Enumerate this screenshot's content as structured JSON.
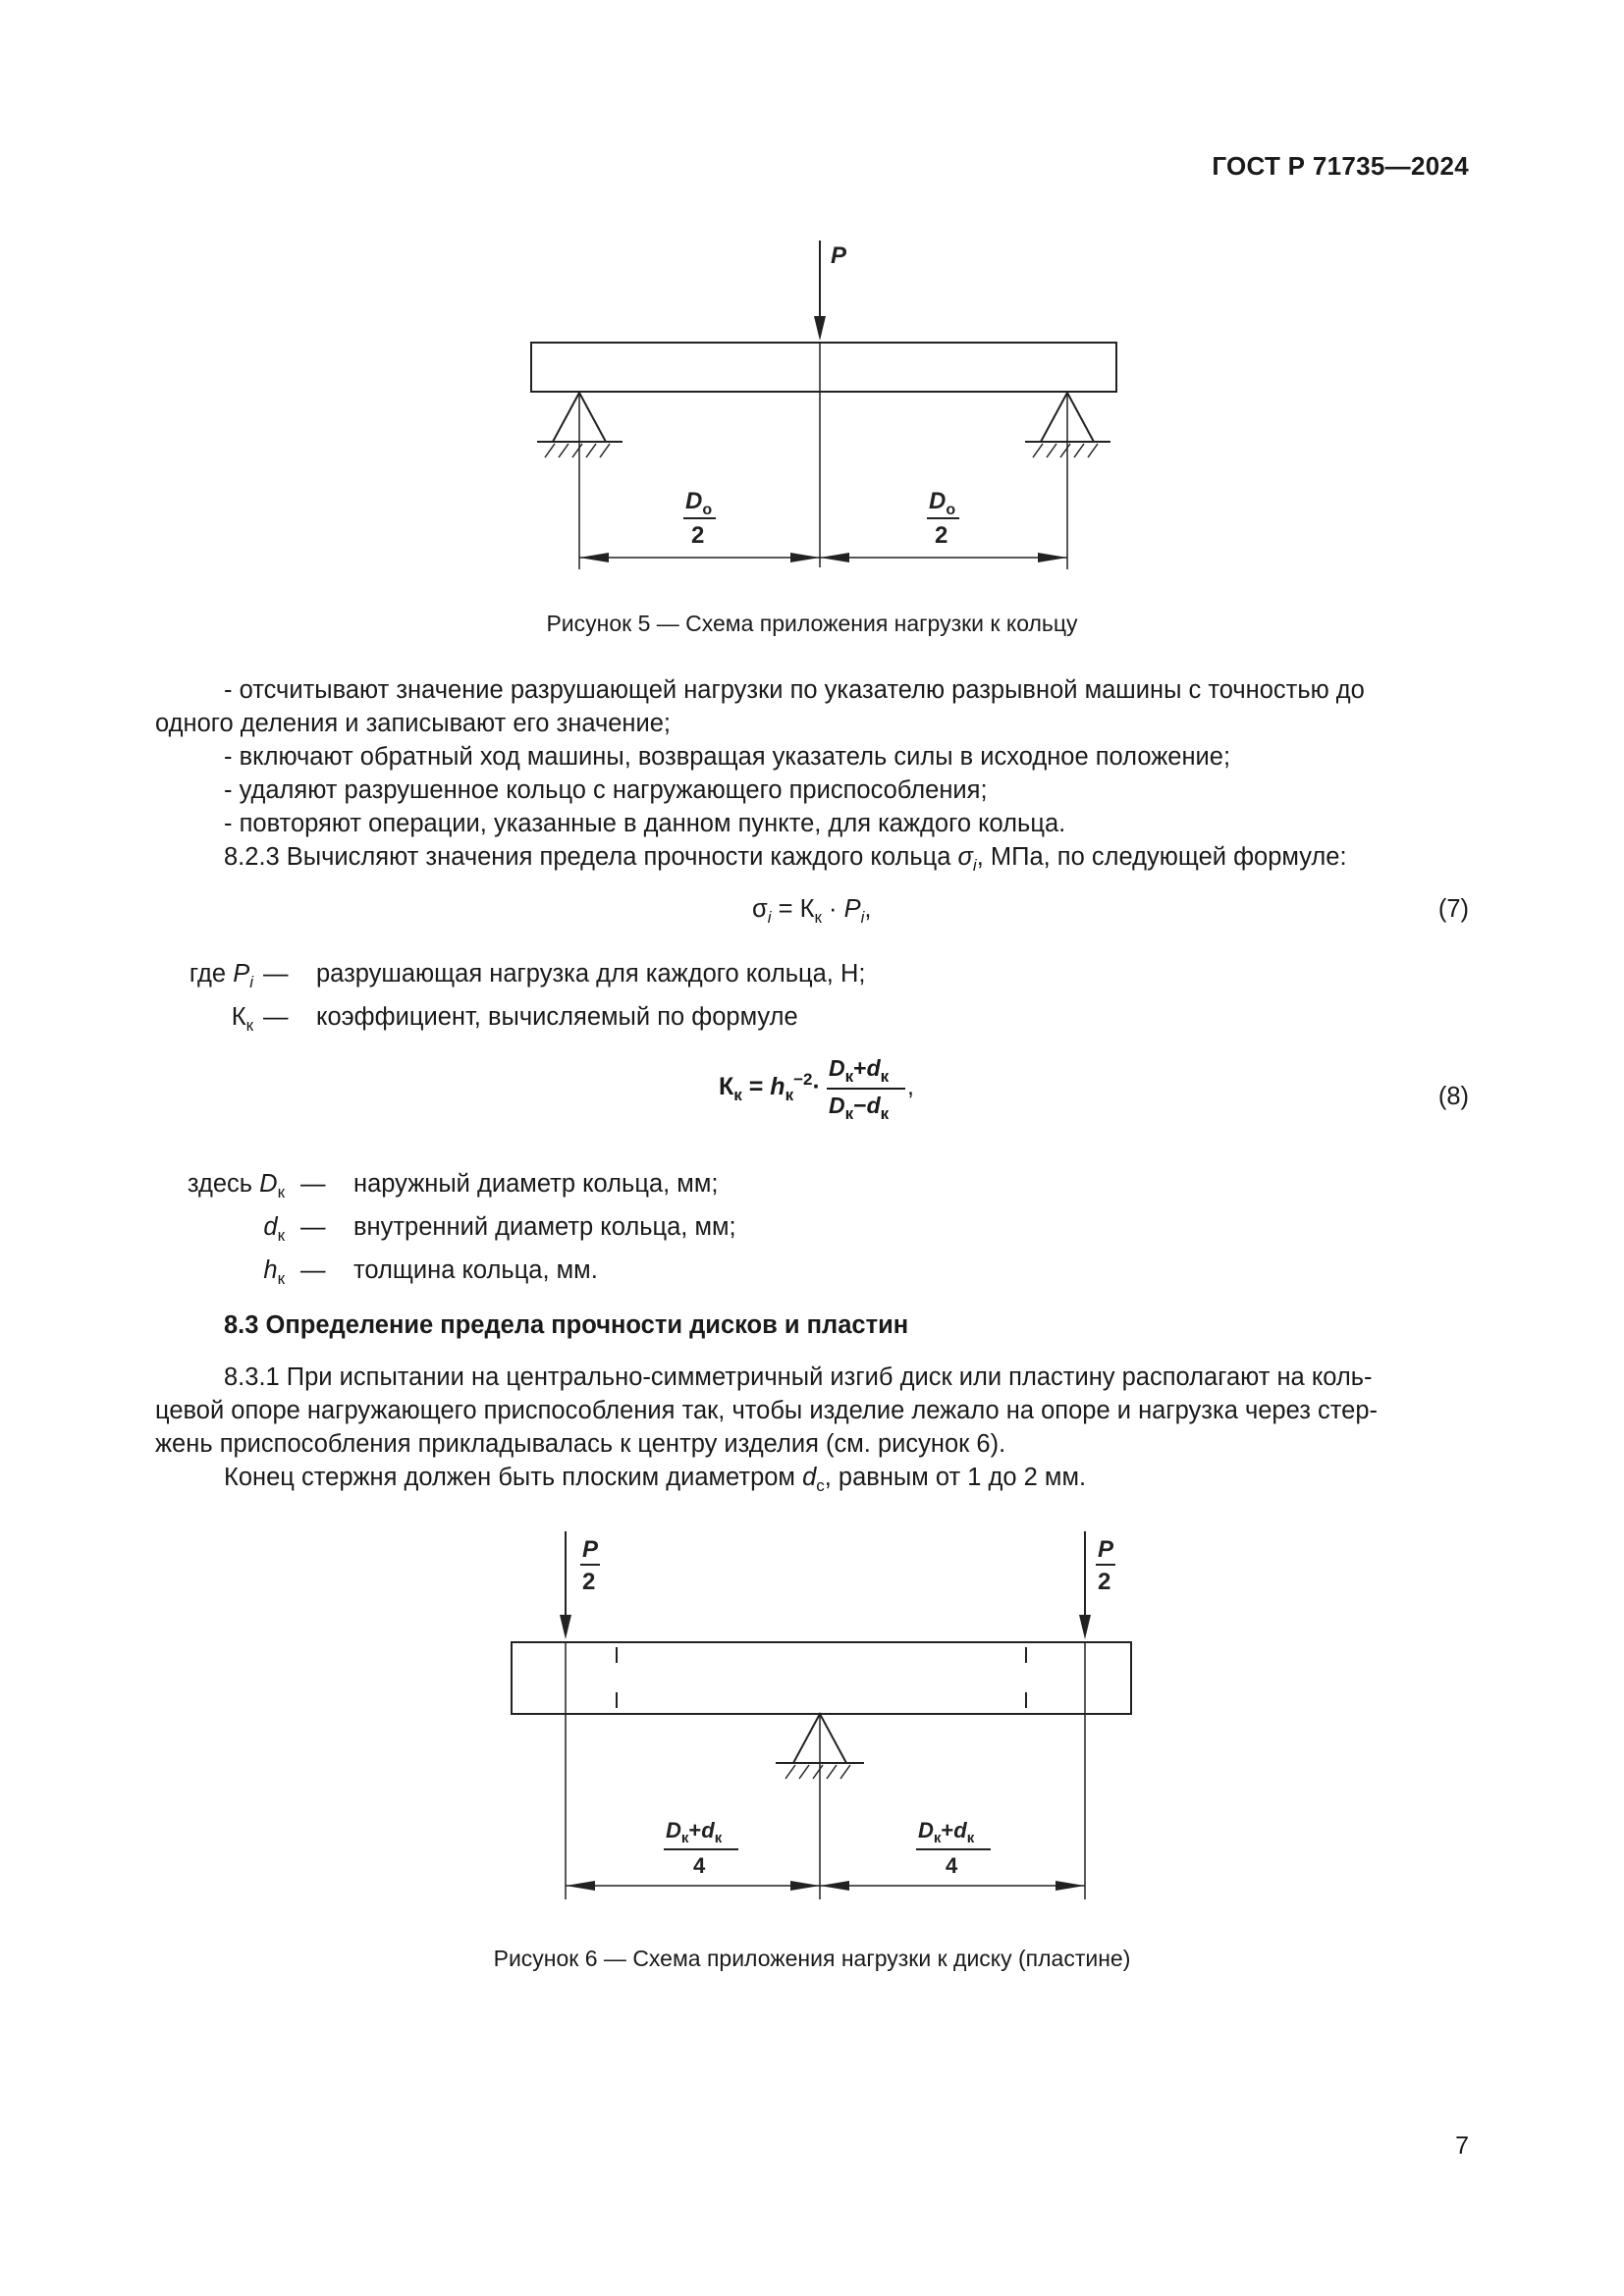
{
  "header": {
    "standard": "ГОСТ Р 71735—2024"
  },
  "figure5": {
    "load_label": "P",
    "dim_num": "D",
    "dim_sub": "о",
    "dim_den": "2",
    "caption": "Рисунок 5 — Схема приложения нагрузки к кольцу"
  },
  "list": {
    "item1_line1": "- отсчитывают значение разрушающей нагрузки по указателю разрывной машины с точностью до",
    "item1_line2": "одного деления и записывают его значение;",
    "item2": "- включают обратный ход машины, возвращая указатель силы в исходное положение;",
    "item3": "- удаляют разрушенное кольцо с нагружающего приспособления;",
    "item4": "- повторяют операции, указанные в данном пункте, для каждого кольца."
  },
  "p823": {
    "before": "8.2.3 Вычисляют значения предела прочности каждого кольца ",
    "sym": "σ",
    "sub": "i",
    "after": ", МПа, по следующей формуле:"
  },
  "eq7": {
    "lhs": "σ",
    "lhs_sub": "i",
    "middle": " = К",
    "k_sub": "к",
    "dot": " · ",
    "p": "P",
    "p_sub": "i",
    "tail": ",",
    "number": "(7)"
  },
  "defs7": [
    {
      "prefix": "где ",
      "sym": "P",
      "sub": "i",
      "italic": true,
      "dash": "—",
      "text": "разрушающая нагрузка для каждого кольца, Н;"
    },
    {
      "prefix": "",
      "sym": "К",
      "sub": "к",
      "italic": false,
      "dash": "—",
      "text": "коэффициент, вычисляемый по формуле"
    }
  ],
  "eq8": {
    "k": "К",
    "k_sub": "к",
    "eq": " = ",
    "h": "h",
    "h_sub": "к",
    "h_sup": "−2",
    "dot": "·",
    "num": "D",
    "num_sub1": "к",
    "num_mid": "+",
    "num_d": "d",
    "num_sub2": "к",
    "den": "D",
    "den_sub1": "к",
    "den_mid": "−",
    "den_d": "d",
    "den_sub2": "к",
    "tail": ",",
    "number": "(8)"
  },
  "defs8": [
    {
      "prefix": "здесь ",
      "sym": "D",
      "sub": "к",
      "dash": "—",
      "text": "наружный диаметр кольца, мм;"
    },
    {
      "prefix": "",
      "sym": "d",
      "sub": "к",
      "dash": "—",
      "text": "внутренний диаметр кольца, мм;"
    },
    {
      "prefix": "",
      "sym": "h",
      "sub": "к",
      "dash": "—",
      "text": "толщина кольца, мм."
    }
  ],
  "section83": {
    "title": "8.3 Определение предела прочности дисков и пластин"
  },
  "p831": {
    "line1": "8.3.1 При испытании на центрально-симметричный изгиб диск или пластину располагают на коль-",
    "line2": "цевой опоре нагружающего приспособления так, чтобы изделие лежало на опоре и нагрузка через стер-",
    "line3": "жень приспособления прикладывалась к центру изделия (см. рисунок 6).",
    "line4_before": "Конец стержня должен быть плоским диаметром ",
    "line4_sym": "d",
    "line4_sub": "с",
    "line4_after": ", равным от 1 до 2 мм."
  },
  "figure6": {
    "load_num": "P",
    "load_den": "2",
    "dim_D": "D",
    "dim_Dsub": "к",
    "dim_plus": "+",
    "dim_d": "d",
    "dim_dsub": "к",
    "dim_den": "4",
    "caption": "Рисунок 6 — Схема приложения нагрузки к диску (пластине)"
  },
  "page_number": "7"
}
